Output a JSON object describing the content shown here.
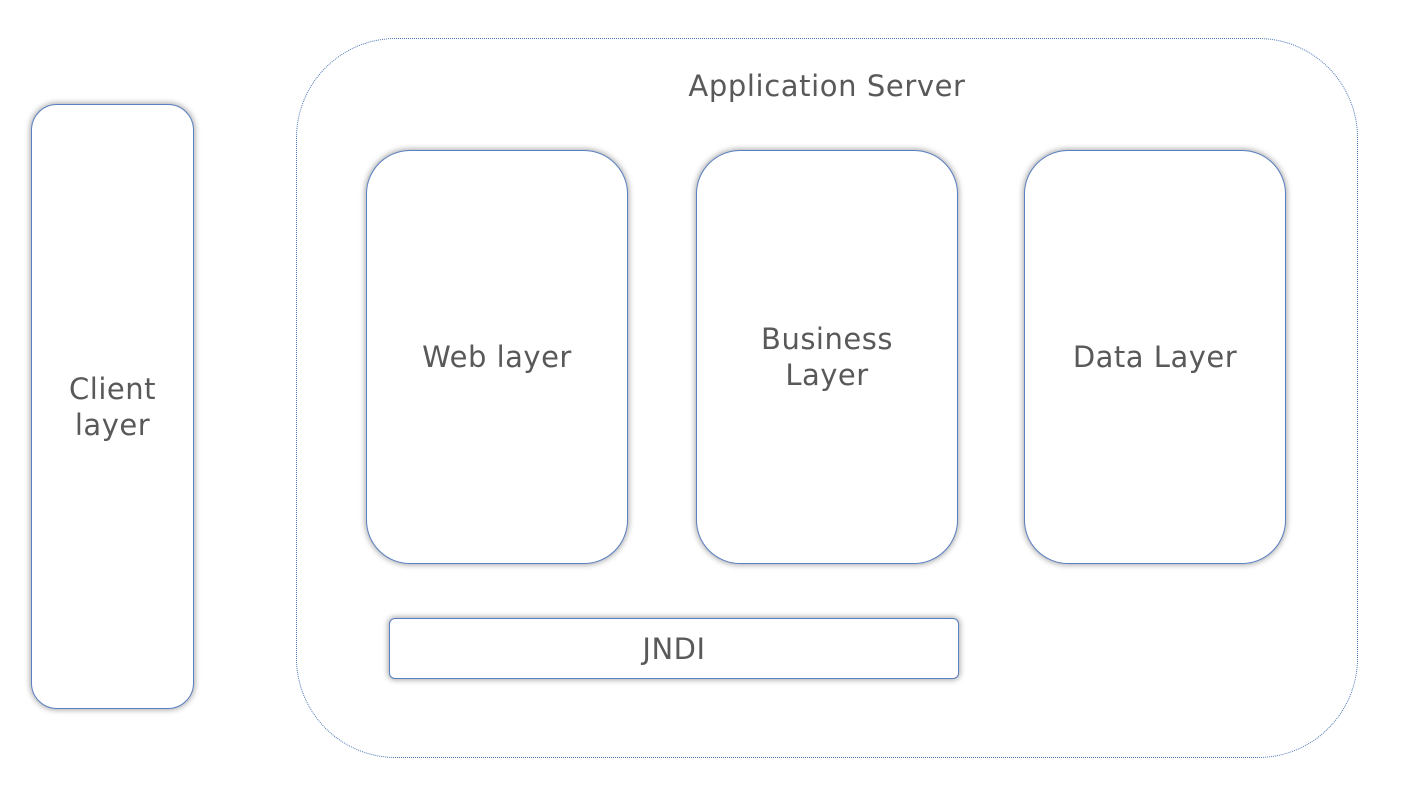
{
  "diagram": {
    "client_layer": {
      "label": "Client\nlayer"
    },
    "application_server": {
      "title": "Application Server",
      "layers": [
        {
          "label": "Web layer"
        },
        {
          "label": "Business\nLayer"
        },
        {
          "label": "Data Layer"
        }
      ],
      "jndi": {
        "label": "JNDI"
      }
    },
    "colors": {
      "box_border": "#5a7fc2",
      "container_border": "#4a72b5",
      "text": "#595959",
      "background": "#ffffff"
    }
  }
}
